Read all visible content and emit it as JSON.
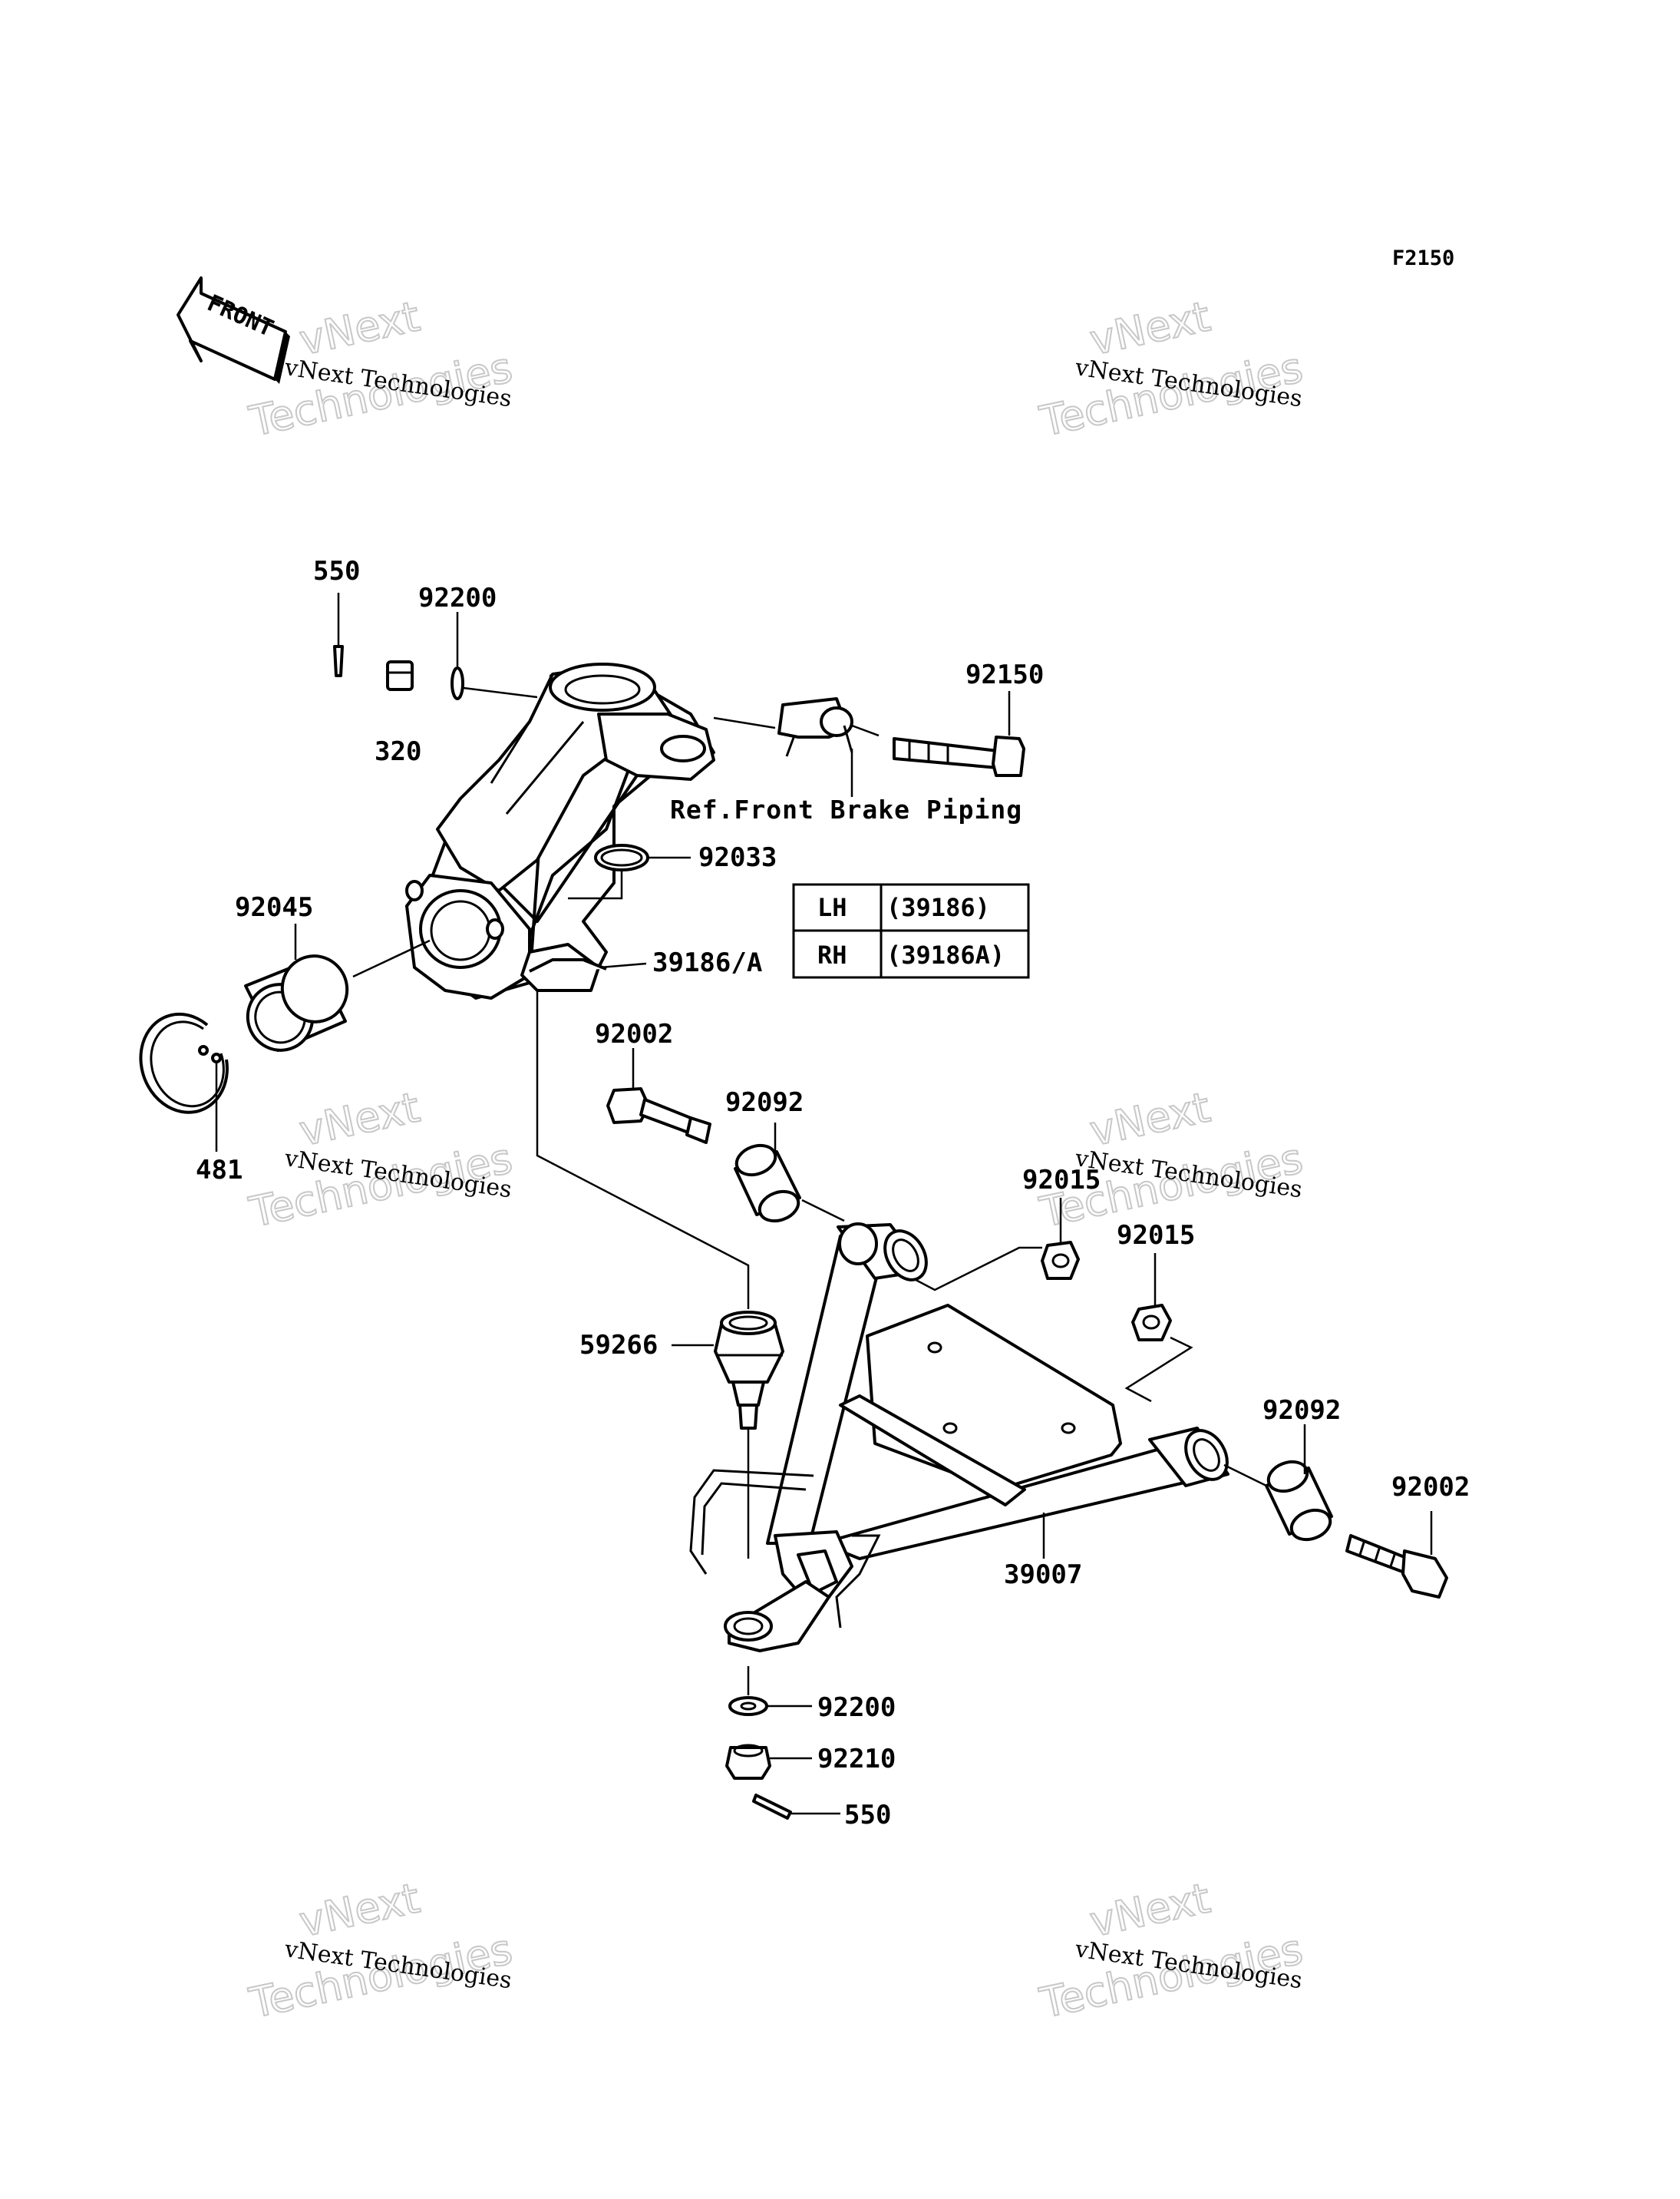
{
  "diagram_code": "F2150",
  "front_label": "FRONT",
  "watermark": {
    "line1": "vNext",
    "line2": "Technologies",
    "full": "vNext Technologies"
  },
  "reference_note": "Ref.Front Brake Piping",
  "part_labels": {
    "cotter_pin_top": "550",
    "nut_top": "320",
    "washer_top": "92200",
    "bolt_knuckle": "92150",
    "circlip_knuckle": "92033",
    "knuckle": "39186/A",
    "bearing": "92045",
    "snap_ring": "481",
    "bolt_left": "92002",
    "bushing_left": "92092",
    "nut_left": "92015",
    "nut_right": "92015",
    "ball_joint": "59266",
    "bushing_right": "92092",
    "bolt_right": "92002",
    "arm": "39007",
    "washer_bottom": "92200",
    "nut_bottom": "92210",
    "cotter_pin_bottom": "550"
  },
  "side_table": {
    "rows": [
      {
        "side": "LH",
        "part": "(39186)"
      },
      {
        "side": "RH",
        "part": "(39186A)"
      }
    ]
  }
}
